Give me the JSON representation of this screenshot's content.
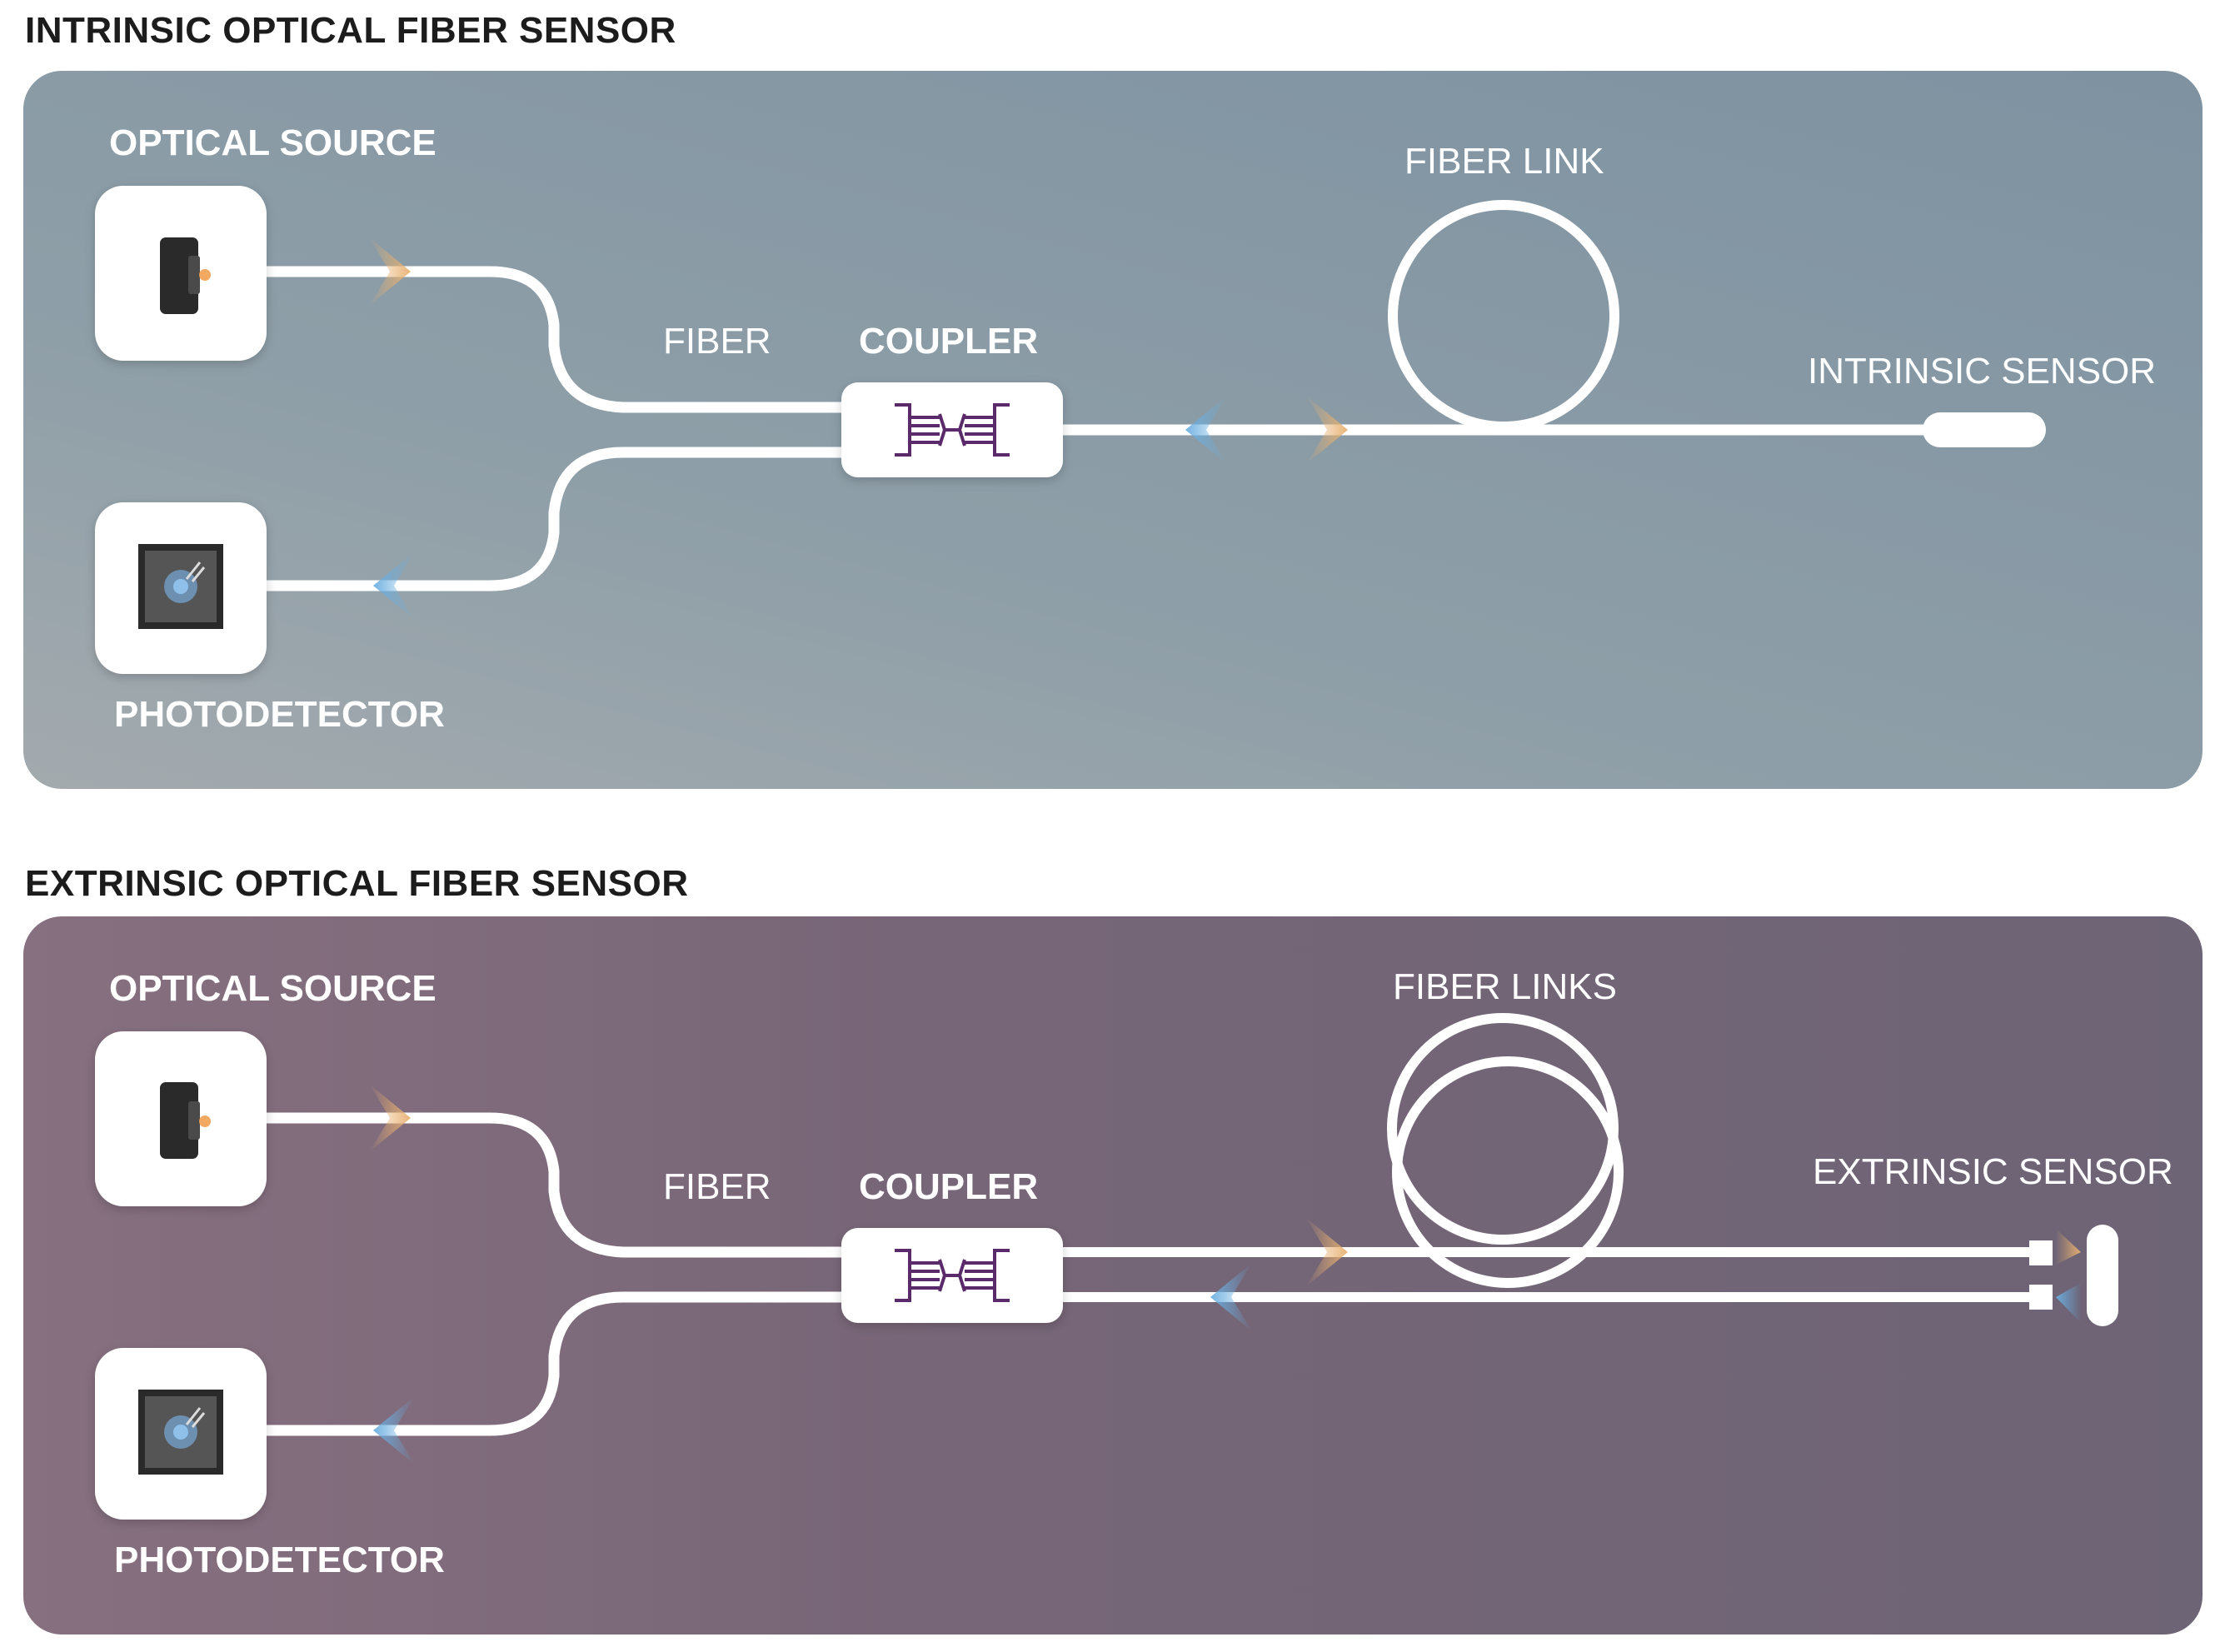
{
  "intrinsic": {
    "title": "INTRINSIC OPTICAL FIBER SENSOR",
    "optical_source": "OPTICAL SOURCE",
    "photodetector": "PHOTODETECTOR",
    "fiber": "FIBER",
    "coupler": "COUPLER",
    "fiber_link": "FIBER LINK",
    "sensor": "INTRINSIC SENSOR"
  },
  "extrinsic": {
    "title": "EXTRINSIC OPTICAL FIBER SENSOR",
    "optical_source": "OPTICAL SOURCE",
    "photodetector": "PHOTODETECTOR",
    "fiber": "FIBER",
    "coupler": "COUPLER",
    "fiber_links": "FIBER LINKS",
    "sensor": "EXTRINSIC SENSOR"
  },
  "colors": {
    "intrinsic_panel": "#8797a2",
    "extrinsic_panel": "#766777",
    "fiber": "#ffffff",
    "forward_light": "#e8b070",
    "return_light": "#6aaee0",
    "coupler_icon": "#5a2a6a"
  },
  "icons": {
    "source": "laser-emitter-icon",
    "detector": "photodiode-icon",
    "coupler": "fiber-coupler-icon"
  }
}
